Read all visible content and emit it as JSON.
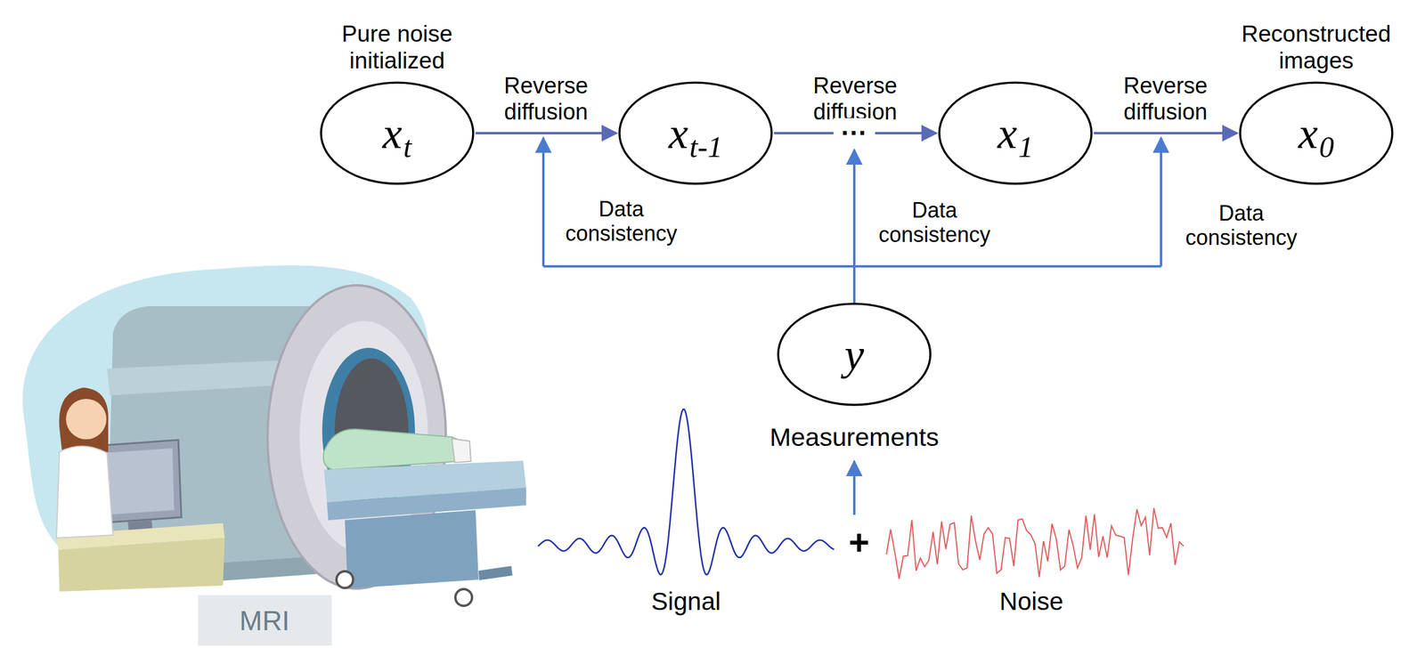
{
  "diagram": {
    "nodes": [
      {
        "text": [
          "Pure noise initialized",
          "x",
          "t"
        ]
      },
      {
        "text": [
          "x",
          "t-1"
        ]
      },
      {
        "text": [
          "x",
          "1"
        ]
      },
      {
        "text": [
          "Reconstructed images",
          "x",
          "0"
        ]
      },
      {
        "text": [
          "y",
          "Measurements"
        ]
      }
    ],
    "edges": [
      {
        "from": 0,
        "to": 1,
        "label": "Reverse diffusion",
        "arrow": "to"
      },
      {
        "from": 1,
        "to": 2,
        "label": "Reverse diffusion",
        "arrow": "to"
      },
      {
        "from": 2,
        "to": 3,
        "label": "Reverse diffusion",
        "arrow": "to"
      }
    ],
    "labels": [
      "···",
      "Data consistency",
      "Data consistency",
      "Data consistency",
      "Signal",
      "+",
      "Noise",
      "MRI"
    ]
  }
}
